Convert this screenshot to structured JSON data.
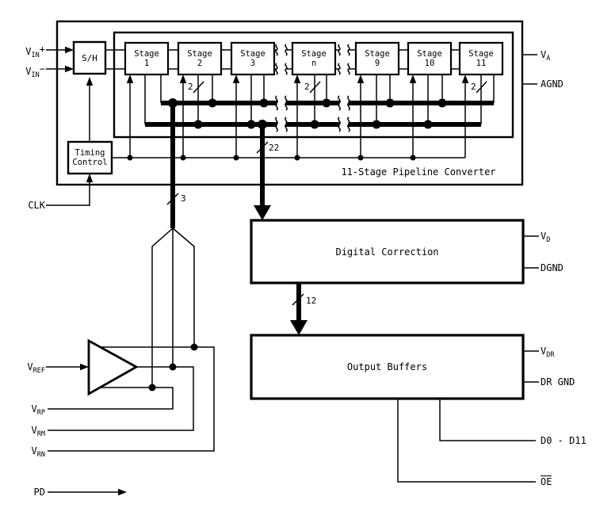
{
  "diagram": {
    "left_pins": {
      "vin_plus": {
        "base": "V",
        "sub": "IN",
        "mod": "+"
      },
      "vin_minus": {
        "base": "V",
        "sub": "IN",
        "mod": "−"
      },
      "clk": "CLK",
      "vref": {
        "base": "V",
        "sub": "REF"
      },
      "vrp": {
        "base": "V",
        "sub": "RP"
      },
      "vrm": {
        "base": "V",
        "sub": "RM"
      },
      "vrn": {
        "base": "V",
        "sub": "RN"
      },
      "pd": "PD"
    },
    "right_pins": {
      "va": {
        "base": "V",
        "sub": "A"
      },
      "agnd": "AGND",
      "vd": {
        "base": "V",
        "sub": "D"
      },
      "dgnd": "DGND",
      "vdr": {
        "base": "V",
        "sub": "DR"
      },
      "dr_gnd": "DR GND",
      "d0_d11": "D0 - D11",
      "oe": "OE"
    },
    "blocks": {
      "sample_hold": "S/H",
      "timing_control": {
        "line1": "Timing",
        "line2": "Control"
      },
      "pipeline_title": "11-Stage Pipeline Converter",
      "digital_correction": "Digital Correction",
      "output_buffers": "Output Buffers",
      "stage_word": "Stage",
      "stage_numbers": [
        "1",
        "2",
        "3",
        "n",
        "9",
        "10",
        "11"
      ]
    },
    "bus_widths": {
      "reference": "3",
      "pipeline_out": "22",
      "corrected": "12",
      "stage_out": "2"
    }
  }
}
